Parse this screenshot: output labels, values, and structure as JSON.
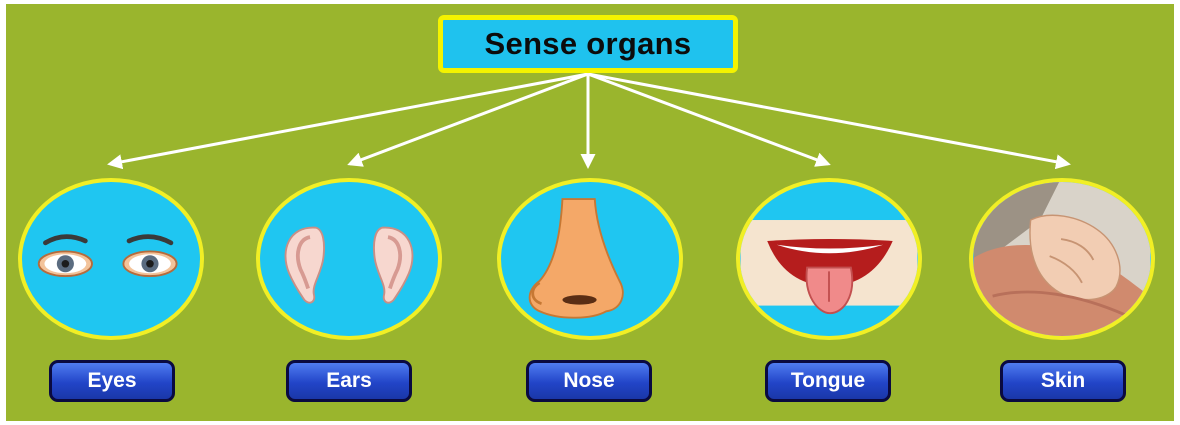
{
  "title": "Sense organs",
  "organs": [
    {
      "label": "Eyes",
      "icon": "eyes-icon"
    },
    {
      "label": "Ears",
      "icon": "ears-icon"
    },
    {
      "label": "Nose",
      "icon": "nose-icon"
    },
    {
      "label": "Tongue",
      "icon": "tongue-icon"
    },
    {
      "label": "Skin",
      "icon": "hand-skin-icon"
    }
  ],
  "colors": {
    "background": "#9ab52d",
    "title_fill": "#1fc2ee",
    "title_border": "#f4f300",
    "circle_fill": "#1fc6f1",
    "circle_border": "#f1ef25",
    "label_fill": "#2245c8",
    "arrow": "#ffffff"
  }
}
